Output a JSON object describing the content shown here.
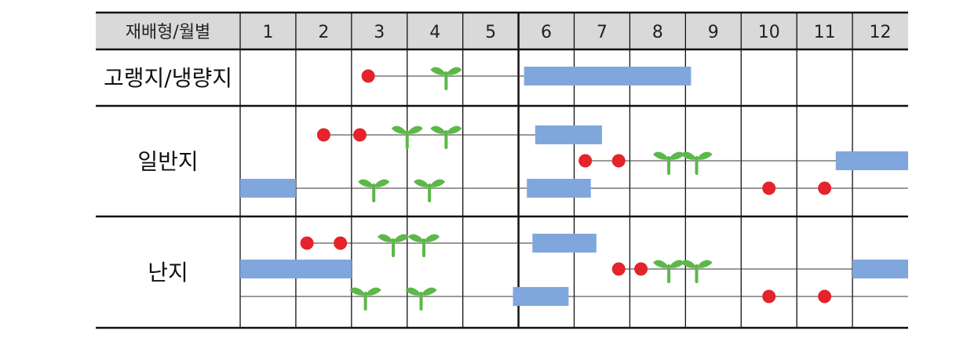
{
  "header": {
    "corner_label": "재배형/월별",
    "months": [
      "1",
      "2",
      "3",
      "4",
      "5",
      "6",
      "7",
      "8",
      "9",
      "10",
      "11",
      "12"
    ]
  },
  "rows": [
    {
      "label": "고랭지/냉량지"
    },
    {
      "label": "일반지"
    },
    {
      "label": "난지"
    }
  ],
  "colors": {
    "header_bg": "#d9d9d9",
    "sowing_dot": "#e4232a",
    "seedling": "#5cb848",
    "harvest_bar": "#7fa7dd",
    "grid": "#111111"
  },
  "tracks": [
    {
      "row": 0,
      "line": [
        3.3,
        6.1
      ],
      "dots": [
        3.3
      ],
      "sprouts": [
        4.7
      ],
      "bars": [
        [
          6.1,
          9.1
        ]
      ]
    },
    {
      "row": 1,
      "line": [
        2.5,
        6.3
      ],
      "dots": [
        2.5,
        3.15
      ],
      "sprouts": [
        4.0,
        4.7
      ],
      "bars": [
        [
          6.3,
          7.5
        ]
      ]
    },
    {
      "row": 1,
      "line": [
        7.2,
        11.9
      ],
      "dots": [
        7.2,
        7.8
      ],
      "sprouts": [
        8.7,
        9.2
      ],
      "bars": [
        [
          11.7,
          13.0
        ]
      ]
    },
    {
      "row": 1,
      "line": [
        1.0,
        13.0
      ],
      "dots": [
        10.5,
        11.5
      ],
      "sprouts": [
        3.4,
        4.4
      ],
      "bars": [
        [
          1.0,
          2.0
        ],
        [
          6.15,
          7.3
        ]
      ]
    },
    {
      "row": 2,
      "line": [
        2.2,
        6.25
      ],
      "dots": [
        2.2,
        2.8
      ],
      "sprouts": [
        3.75,
        4.3
      ],
      "bars": [
        [
          6.25,
          7.4
        ]
      ]
    },
    {
      "row": 2,
      "line": [
        7.8,
        13.0
      ],
      "dots": [
        7.8,
        8.2
      ],
      "sprouts": [
        8.7,
        9.2
      ],
      "bars": [
        [
          1.0,
          3.0
        ],
        [
          12.0,
          13.0
        ]
      ]
    },
    {
      "row": 2,
      "line": [
        1.0,
        13.0
      ],
      "dots": [
        10.5,
        11.5
      ],
      "sprouts": [
        3.25,
        4.25
      ],
      "bars": [
        [
          5.9,
          6.9
        ]
      ]
    }
  ]
}
